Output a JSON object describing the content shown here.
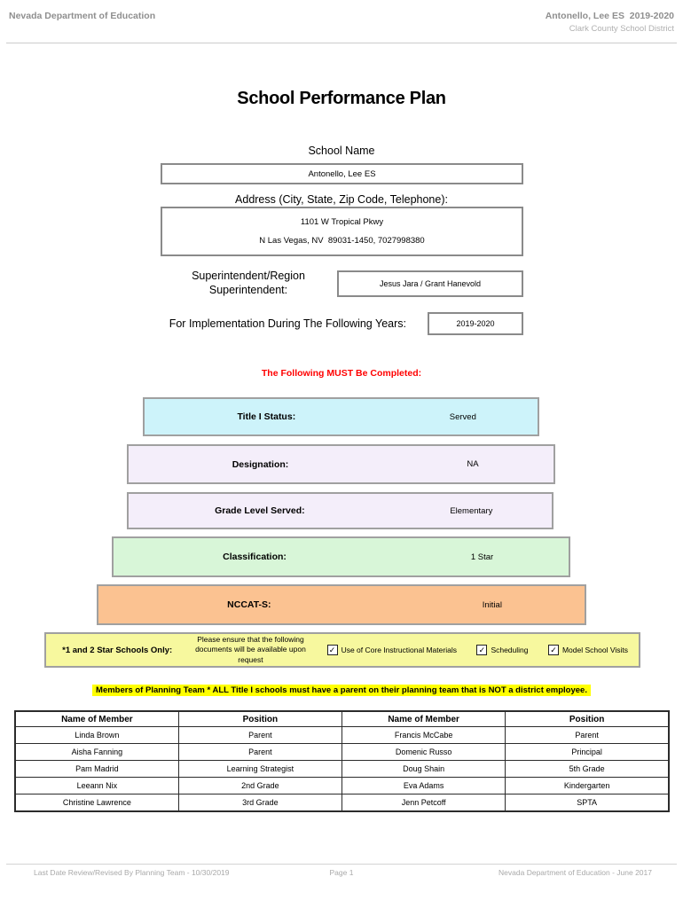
{
  "header": {
    "left": "Nevada Department of Education",
    "right_line1": "Antonello, Lee ES  2019-2020",
    "right_line2": "Clark County School District"
  },
  "title": "School Performance Plan",
  "school": {
    "label": "School Name",
    "name": "Antonello, Lee ES"
  },
  "address": {
    "label": "Address (City, State, Zip Code, Telephone):",
    "line1": "1101 W Tropical Pkwy",
    "line2": "N Las Vegas, NV  89031-1450, 7027998380"
  },
  "superintendent": {
    "label": "Superintendent/Region Superintendent:",
    "value": "Jesus Jara / Grant Hanevold"
  },
  "implementation": {
    "label": "For Implementation During The Following Years:",
    "value": "2019-2020"
  },
  "must_complete_notice": "The Following MUST Be Completed:",
  "must_complete_color": "#ff0000",
  "status_rows": [
    {
      "label": "Title I Status:",
      "value": "Served",
      "color": "#cdf3fa"
    },
    {
      "label": "Designation:",
      "value": "NA",
      "color": "#f4eefa"
    },
    {
      "label": "Grade Level Served:",
      "value": "Elementary",
      "color": "#f4eefa"
    },
    {
      "label": "Classification:",
      "value": "1 Star",
      "color": "#d8f6d8"
    },
    {
      "label": "NCCAT-S:",
      "value": "Initial",
      "color": "#fbc291"
    }
  ],
  "star_schools": {
    "label": "*1 and 2 Star Schools Only:",
    "note": "Please ensure that the following documents will be available upon request",
    "bg": "#f7f89e",
    "checkboxes": [
      {
        "label": "Use of Core Instructional Materials",
        "checked": true
      },
      {
        "label": "Scheduling",
        "checked": true
      },
      {
        "label": "Model School Visits",
        "checked": true
      }
    ]
  },
  "planning_note": "Members of Planning Team * ALL Title I schools must have a parent on their planning team that is NOT a district employee.",
  "planning_note_highlight": "#ffff00",
  "members_table": {
    "headers": [
      "Name of Member",
      "Position",
      "Name of Member",
      "Position"
    ],
    "rows": [
      [
        "Linda Brown",
        "Parent",
        "Francis McCabe",
        "Parent"
      ],
      [
        "Aisha Fanning",
        "Parent",
        "Domenic Russo",
        "Principal"
      ],
      [
        "Pam Madrid",
        "Learning Strategist",
        "Doug Shain",
        "5th Grade"
      ],
      [
        "Leeann Nix",
        "2nd Grade",
        "Eva Adams",
        "Kindergarten"
      ],
      [
        "Christine Lawrence",
        "3rd Grade",
        "Jenn Petcoff",
        "SPTA"
      ]
    ]
  },
  "footer": {
    "left": "Last Date Review/Revised By Planning Team - 10/30/2019",
    "center": "Page 1",
    "right": "Nevada Department of Education - June 2017"
  }
}
